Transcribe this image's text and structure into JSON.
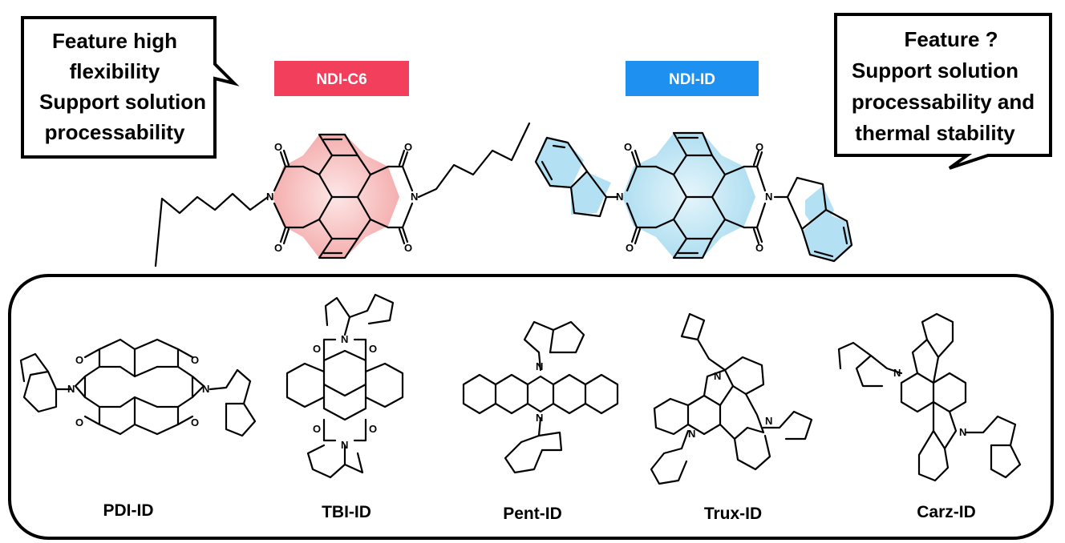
{
  "callout_left": {
    "lines": [
      "Feature high",
      "flexibility",
      "Support solution",
      "processability"
    ]
  },
  "callout_right": {
    "lines": [
      "Feature ?",
      "Support solution",
      "processability and",
      "thermal stability"
    ]
  },
  "label_ndi_c6": "NDI-C6",
  "label_ndi_id": "NDI-ID",
  "colors": {
    "ndi_c6_tag": "#f2405c",
    "ndi_c6_fill": "#f6b6b6",
    "ndi_id_tag": "#1e90f0",
    "ndi_id_fill": "#b3e0f2"
  },
  "atoms": {
    "oxygen": "O",
    "nitrogen": "N"
  },
  "compounds": [
    "PDI-ID",
    "TBI-ID",
    "Pent-ID",
    "Trux-ID",
    "Carz-ID"
  ]
}
